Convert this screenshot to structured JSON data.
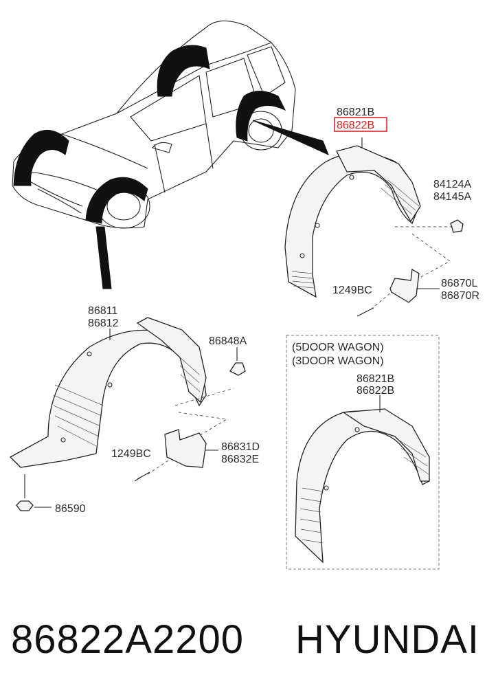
{
  "diagram": {
    "labels": {
      "rear_top_1": "86821B",
      "rear_top_2": "86822B",
      "clip_1": "84124A",
      "clip_2": "84145A",
      "flap_rear_1": "86870L",
      "flap_rear_2": "86870R",
      "screw_rear": "1249BC",
      "front_1": "86811",
      "front_2": "86812",
      "clip_front": "86848A",
      "screw_front": "1249BC",
      "flap_front_1": "86831D",
      "flap_front_2": "86832E",
      "bolt": "86590",
      "variant_1": "(5DOOR WAGON)",
      "variant_2": "(3DOOR WAGON)",
      "variant_part_1": "86821B",
      "variant_part_2": "86822B"
    },
    "highlight_color": "#dd2222"
  },
  "footer": {
    "part_number": "86822A2200",
    "brand": "HYUNDAI"
  }
}
